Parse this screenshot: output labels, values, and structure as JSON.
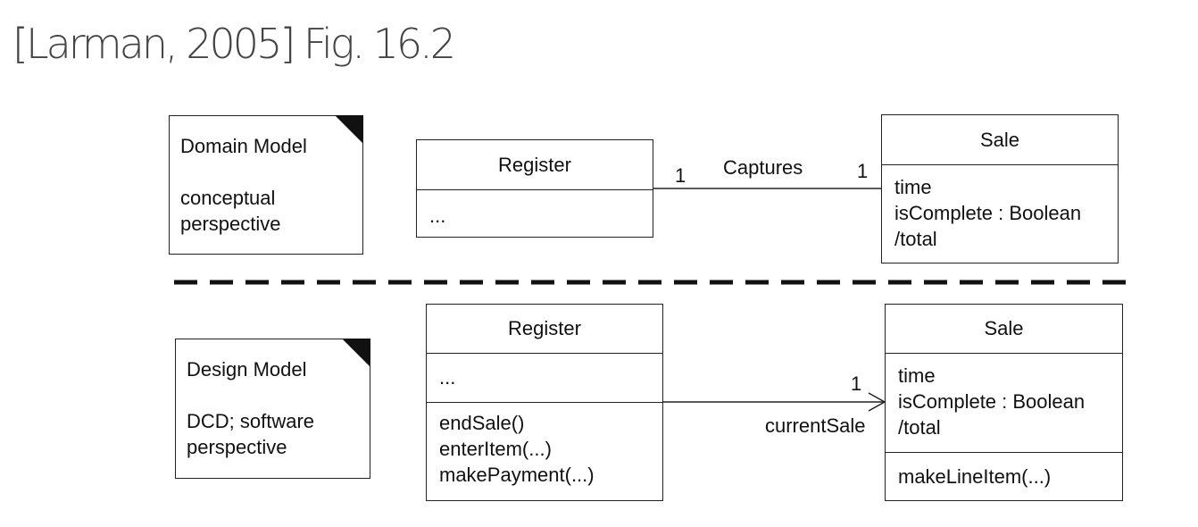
{
  "title": "[Larman, 2005] Fig. 16.2",
  "domain_model": {
    "note": {
      "heading": "Domain Model",
      "lines": [
        "conceptual",
        "perspective"
      ]
    },
    "register": {
      "name": "Register",
      "attributes": [
        "..."
      ]
    },
    "association": {
      "name": "Captures",
      "left_multiplicity": "1",
      "right_multiplicity": "1"
    },
    "sale": {
      "name": "Sale",
      "attributes": [
        "time",
        "isComplete : Boolean",
        "/total"
      ]
    }
  },
  "design_model": {
    "note": {
      "heading": "Design Model",
      "lines": [
        "DCD; software",
        "perspective"
      ]
    },
    "register": {
      "name": "Register",
      "attributes": [
        "..."
      ],
      "operations": [
        "endSale()",
        "enterItem(...)",
        "makePayment(...)"
      ]
    },
    "association": {
      "role": "currentSale",
      "multiplicity": "1"
    },
    "sale": {
      "name": "Sale",
      "attributes": [
        "time",
        "isComplete : Boolean",
        "/total"
      ],
      "operations": [
        "makeLineItem(...)"
      ]
    }
  }
}
